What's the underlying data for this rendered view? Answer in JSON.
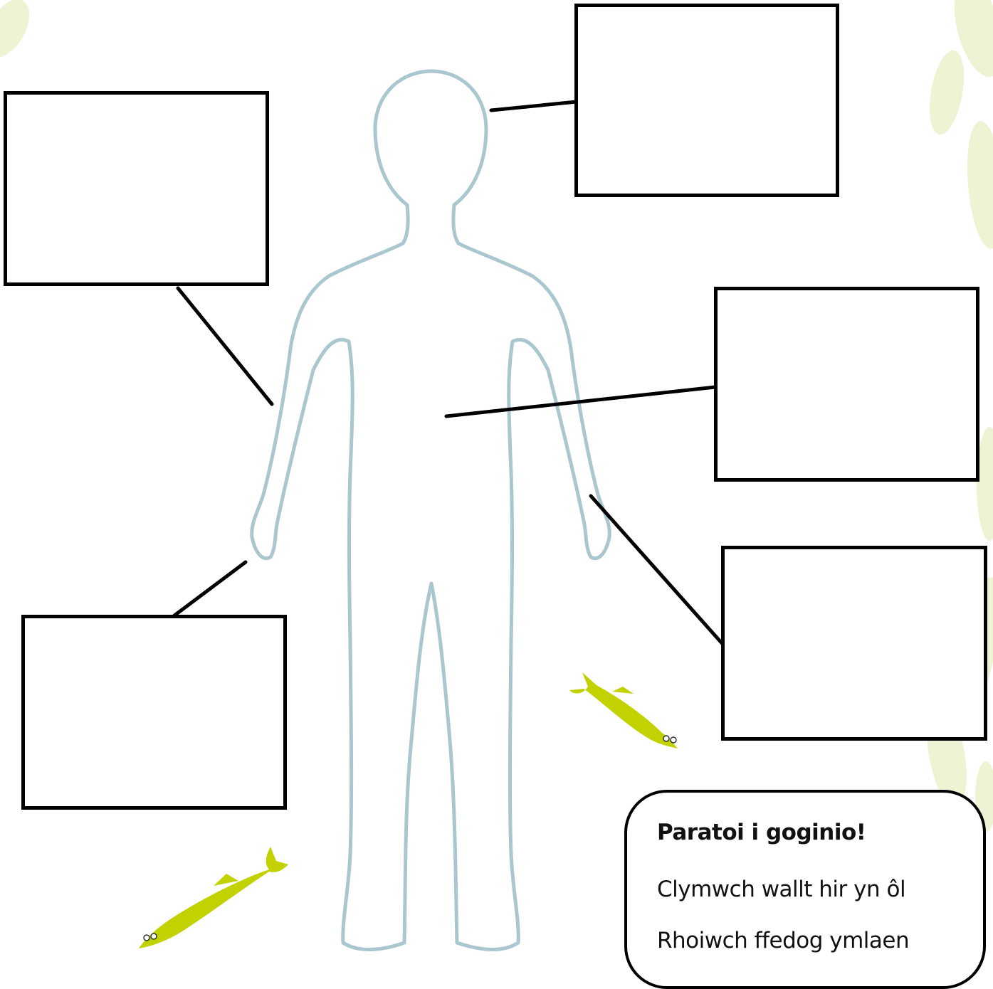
{
  "worksheet": {
    "tip_card": {
      "title": "Paratoi i goginio!",
      "lines": [
        "Clymwch wallt hir yn ôl",
        "Rhoiwch ffedog ymlaen"
      ]
    },
    "colors": {
      "outline": "#aac6cf",
      "fish": "#c2d100",
      "leaf": "#e9f2c8",
      "box_border": "#000000"
    },
    "icons": [
      "fish-icon",
      "body-outline",
      "leaf-decoration"
    ]
  }
}
